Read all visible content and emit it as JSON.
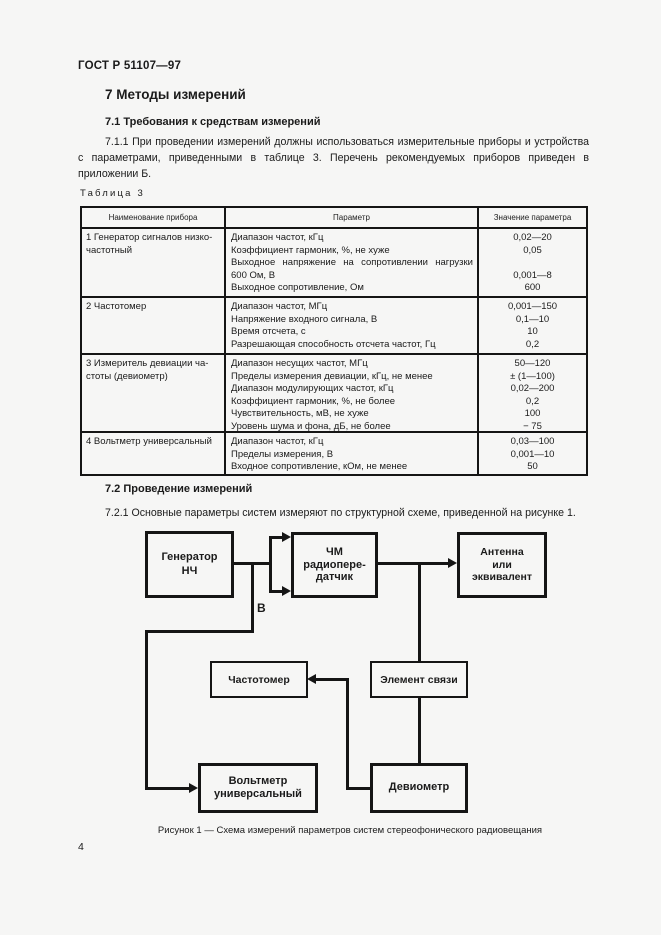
{
  "page": {
    "doc_code": "ГОСТ Р 51107—97",
    "page_number": "4"
  },
  "content": {
    "section_title": "7 Методы измерений",
    "sub1_title": "7.1 Требования к средствам измерений",
    "para_711": "7.1.1 При проведении измерений должны использоваться измерительные приборы и устройства с параметрами, приведенными в таблице 3. Перечень рекомендуемых приборов приведен в приложении Б.",
    "table_label": "Таблица 3",
    "sub2_title": "7.2 Проведение измерений",
    "para_721": "7.2.1 Основные параметры систем измеряют по структурной схеме, приведенной на рисунке 1."
  },
  "table": {
    "headers": [
      "Наименование прибора",
      "Параметр",
      "Значение параметра"
    ],
    "rows": [
      {
        "name": "1 Генератор сигналов низко-\nчастотный",
        "lines": [
          {
            "param": "Диапазон частот, кГц",
            "value": "0,02—20"
          },
          {
            "param": "Коэффициент гармоник, %, не хуже",
            "value": "0,05"
          },
          {
            "param": "Выходное напряжение на сопротивлении нагрузки",
            "value": ""
          },
          {
            "param": "600 Ом, В",
            "value": "0,001—8"
          },
          {
            "param": "Выходное сопротивление, Ом",
            "value": "600"
          }
        ]
      },
      {
        "name": "2 Частотомер",
        "lines": [
          {
            "param": "Диапазон частот, МГц",
            "value": "0,001—150"
          },
          {
            "param": "Напряжение входного сигнала, В",
            "value": "0,1—10"
          },
          {
            "param": "Время отсчета, с",
            "value": "10"
          },
          {
            "param": "Разрешающая способность отсчета частот, Гц",
            "value": "0,2"
          }
        ]
      },
      {
        "name": "3 Измеритель девиации ча-\nстоты (девиометр)",
        "lines": [
          {
            "param": "Диапазон несущих частот, МГц",
            "value": "50—120"
          },
          {
            "param": "Пределы измерения девиации, кГц, не менее",
            "value": "± (1—100)"
          },
          {
            "param": "Диапазон модулирующих частот, кГц",
            "value": "0,02—200"
          },
          {
            "param": "Коэффициент гармоник, %, не более",
            "value": "0,2"
          },
          {
            "param": "Чувствительность, мВ, не хуже",
            "value": "100"
          },
          {
            "param": "Уровень шума и фона, дБ, не более",
            "value": "− 75"
          }
        ]
      },
      {
        "name": "4 Вольтметр универсальный",
        "lines": [
          {
            "param": "Диапазон частот, кГц",
            "value": "0,03—100"
          },
          {
            "param": "Пределы измерения, В",
            "value": "0,001—10"
          },
          {
            "param": "Входное сопротивление, кОм, не менее",
            "value": "50"
          }
        ]
      }
    ]
  },
  "figure": {
    "boxes": {
      "generator": "Генератор\nНЧ",
      "fm_transmitter": "ЧМ\nрадиопере-\nдатчик",
      "antenna": "Антенна\nили\nэквивалент",
      "freq_meter": "Частотомер",
      "coupling": "Элемент связи",
      "voltmeter": "Вольтметр\nуниверсальный",
      "deviometer": "Девиометр"
    },
    "label_b": "В",
    "caption": "Рисунок 1 — Схема измерений параметров систем стереофонического радиовещания"
  }
}
